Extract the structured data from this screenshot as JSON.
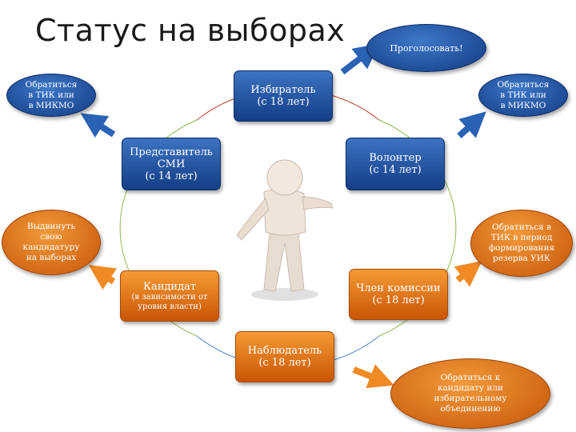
{
  "title": "Статус на выборах",
  "center": {
    "voter": "Избиратель",
    "voter_age": "(с 18 лет)",
    "media_line1": "Представитель",
    "media_line2": "СМИ",
    "media_age": "(с 14 лет)",
    "volunteer": "Волонтер",
    "volunteer_age": "(с 14 лет)",
    "candidate": "Кандидат",
    "candidate_note": "(в зависимости от уровня власти)",
    "commission": "Член комиссии",
    "commission_age": "(с 18 лет)",
    "observer": "Наблюдатель",
    "observer_age": "(с 18 лет)"
  },
  "actions": {
    "vote": "Проголосовать!",
    "left_tik_1": "Обратиться",
    "left_tik_2": "в ТИК или",
    "left_tik_3": "в МИКМО",
    "right_tik_1": "Обратиться",
    "right_tik_2": "в ТИК или",
    "right_tik_3": "в МИКМО",
    "nominate_1": "Выдвинуть",
    "nominate_2": "свою",
    "nominate_3": "кандидатуру",
    "nominate_4": "на выборах",
    "reserve_1": "Обратиться в",
    "reserve_2": "ТИК в период",
    "reserve_3": "формирования",
    "reserve_4": "резерва УИК",
    "party_1": "Обратиться к",
    "party_2": "кандидату или",
    "party_3": "избирательному",
    "party_4": "объединению"
  },
  "colors": {
    "blue": "#1f4f9e",
    "orange": "#e57a1c",
    "ring_red": "#c0392b",
    "ring_green": "#8cb84a",
    "ring_blue": "#4a86c5"
  }
}
